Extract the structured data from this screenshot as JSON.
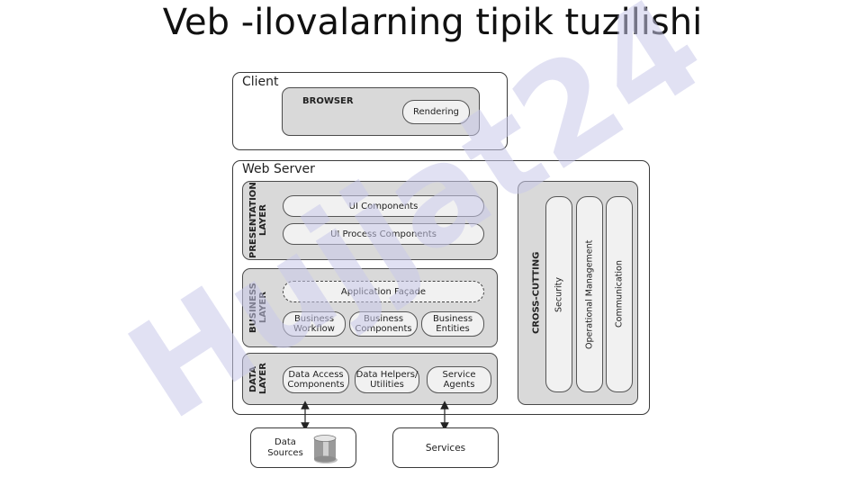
{
  "slide": {
    "title": "Veb -ilovalarning tipik tuzilishi",
    "watermark": "Hujjat24"
  },
  "client": {
    "label": "Client",
    "browser": {
      "label": "BROWSER",
      "rendering": "Rendering"
    }
  },
  "server": {
    "label": "Web Server",
    "presentation": {
      "label": "PRESENTATION LAYER",
      "items": [
        "UI Components",
        "UI Process Components"
      ]
    },
    "business": {
      "label": "BUSINESS LAYER",
      "facade": "Application Façade",
      "items": [
        "Business Workflow",
        "Business Components",
        "Business Entities"
      ]
    },
    "data": {
      "label": "DATA LAYER",
      "items": [
        "Data Access Components",
        "Data Helpers/ Utilities",
        "Service Agents"
      ]
    },
    "cross_cutting": {
      "label": "CROSS-CUTTING",
      "items": [
        "Security",
        "Operational Management",
        "Communication"
      ]
    }
  },
  "external": {
    "data_sources": "Data Sources",
    "services": "Services"
  },
  "colors": {
    "watermark": "#cfcfe8",
    "layer_fill": "#d9d9d9",
    "pill_fill": "#f1f1f1"
  }
}
